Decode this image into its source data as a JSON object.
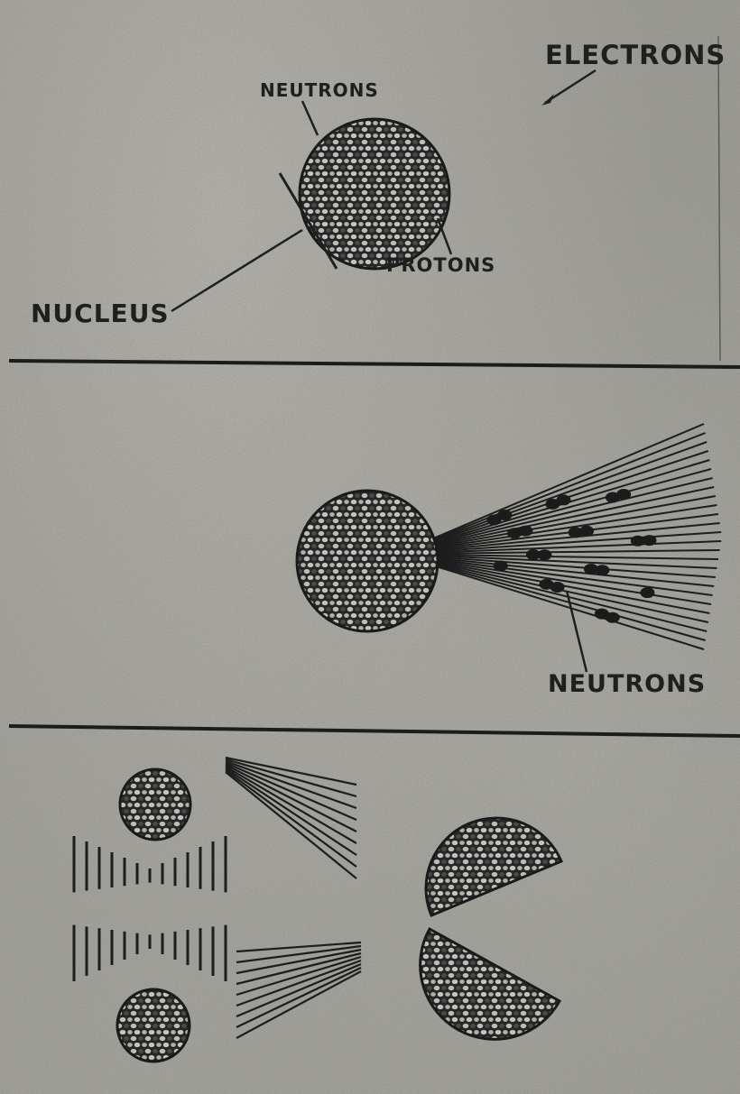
{
  "diagram": {
    "panel_1": {
      "labels": {
        "electrons": "ELECTRONS",
        "neutrons": "NEUTRONS",
        "protons": "PROTONS",
        "nucleus": "NUCLEUS"
      }
    },
    "panel_2": {
      "labels": {
        "neutrons": "NEUTRONS"
      }
    },
    "colors": {
      "ink": "#1f1f1f",
      "paper": "#9d9c96"
    }
  }
}
